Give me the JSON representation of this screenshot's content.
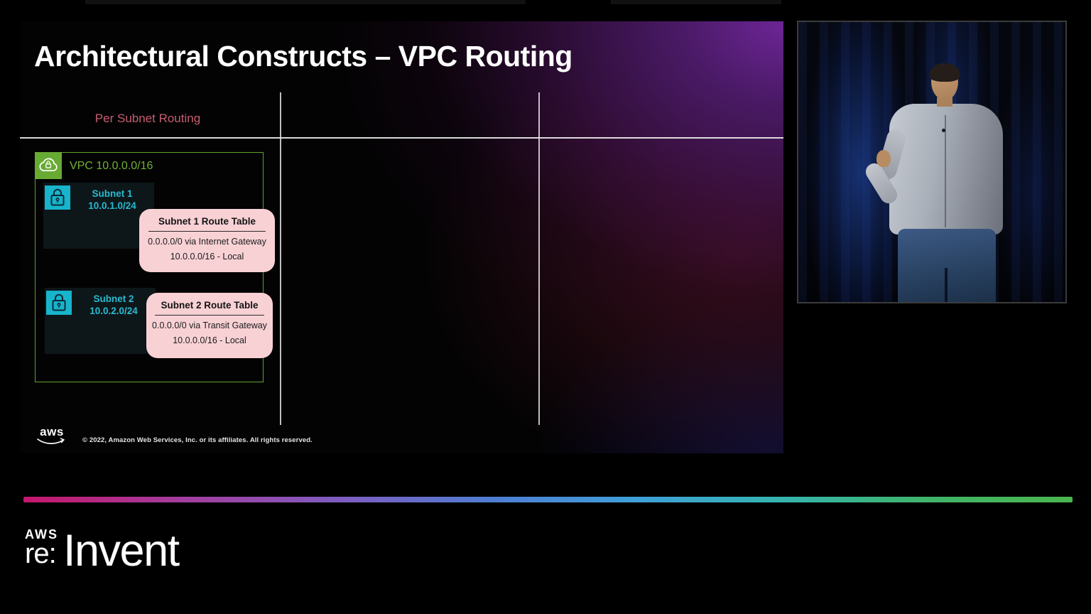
{
  "slide": {
    "title": "Architectural Constructs – VPC Routing",
    "column_label": "Per Subnet Routing",
    "vpc": {
      "label": "VPC 10.0.0.0/16",
      "subnets": [
        {
          "name": "Subnet 1",
          "cidr": "10.0.1.0/24",
          "route_table": {
            "title": "Subnet 1 Route Table",
            "routes": [
              "0.0.0.0/0 via Internet Gateway",
              "10.0.0.0/16 - Local"
            ]
          }
        },
        {
          "name": "Subnet 2",
          "cidr": "10.0.2.0/24",
          "route_table": {
            "title": "Subnet 2 Route Table",
            "routes": [
              "0.0.0.0/0 via Transit Gateway",
              "10.0.0.0/16 - Local"
            ]
          }
        }
      ]
    },
    "footer": {
      "aws_logo_text": "aws",
      "copyright": "© 2022, Amazon Web Services, Inc. or its affiliates. All rights reserved."
    }
  },
  "branding": {
    "aws": "AWS",
    "re": "re:",
    "invent": "Invent"
  },
  "icons": {
    "vpc": "vpc-cloud-lock-icon",
    "subnet": "subnet-lock-icon",
    "aws_smile": "aws-smile-arrow-icon"
  },
  "colors": {
    "vpc_green": "#68ab33",
    "vpc_border_green": "#5ba32d",
    "subnet_cyan": "#17b4cb",
    "subnet_text_cyan": "#29bad0",
    "route_table_pink": "#f8d1d5",
    "column_label_rose": "#c65e70",
    "slide_accent_purple": "#6d2596",
    "gradient_bar": [
      "#c4176b",
      "#7f5cc0",
      "#4e7ed2",
      "#3f9fd9",
      "#35b4b0",
      "#4ab54e"
    ]
  }
}
